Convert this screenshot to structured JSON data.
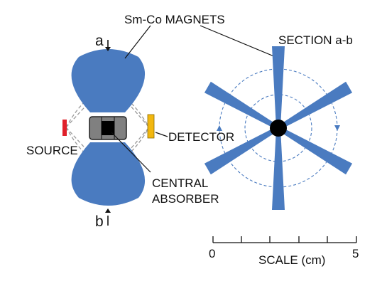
{
  "labels": {
    "magnets": "Sm-Co MAGNETS",
    "section": "SECTION a-b",
    "a": "a",
    "b": "b",
    "source": "SOURCE",
    "detector": "DETECTOR",
    "central_line1": "CENTRAL",
    "central_line2": "ABSORBER"
  },
  "scale": {
    "title": "SCALE (cm)",
    "start_label": "0",
    "end_label": "5",
    "min": 0,
    "max": 5
  },
  "colors": {
    "magnet": "#4a7bc0",
    "source": "#e0202a",
    "detector": "#f2b70f",
    "absorber_outer": "#808080",
    "absorber_core": "#000000",
    "beam_path": "#9a9a9a",
    "field_lines": "#4a7bc0"
  }
}
